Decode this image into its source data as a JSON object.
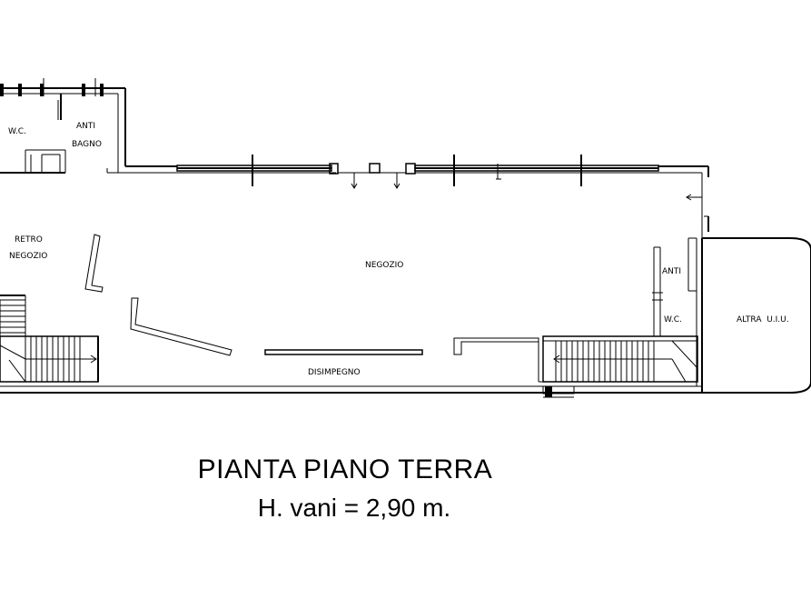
{
  "rooms": {
    "wc_left": "W.C.",
    "anti_left_line1": "ANTI",
    "anti_left_line2": "BAGNO",
    "retro_line1": "RETRO",
    "retro_line2": "NEGOZIO",
    "negozio": "NEGOZIO",
    "anti_right": "ANTI",
    "wc_right": "W.C.",
    "altra": "ALTRA  U.I.U.",
    "disimpegno": "DISIMPEGNO"
  },
  "title": {
    "main": "PIANTA PIANO TERRA",
    "sub": "H. vani = 2,90 m."
  }
}
